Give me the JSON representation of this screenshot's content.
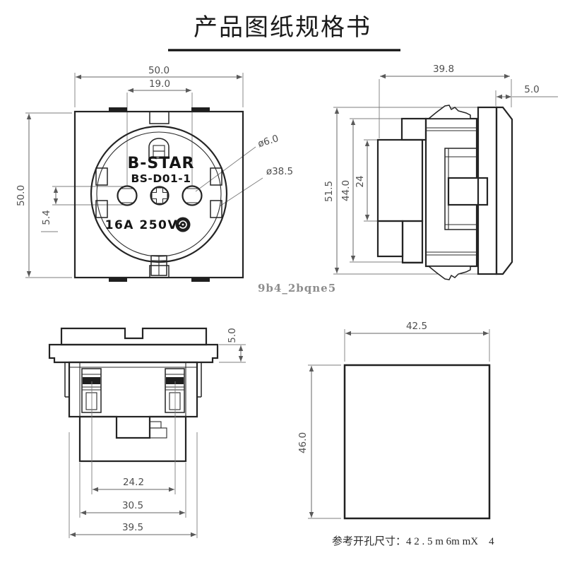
{
  "page": {
    "title": "产品图纸规格书",
    "watermark": "9b4_2bqne5",
    "note": "参考开孔尺寸：4 2 . 5 m 6m mX　4"
  },
  "front_view": {
    "brand": "B-STAR",
    "model": "BS-D01-1",
    "rating": "16A 250V-",
    "dim_width_top": "50.0",
    "dim_pin_span": "19.0",
    "dim_height": "50.0",
    "dim_pin_offset": "5.4",
    "dim_pin_hole_dia": "ø6.0",
    "dim_recess_dia": "ø38.5"
  },
  "side_view": {
    "dim_depth": "39.8",
    "dim_front_protrusion": "5.0",
    "dim_overall_height": "51.5",
    "dim_body_height": "44.0",
    "dim_inner_height": "24"
  },
  "back_view": {
    "dim_flange_thickness": "5.0",
    "dim_clip_span": "24.2",
    "dim_body_width": "30.5",
    "dim_overall_width": "39.5"
  },
  "cutout_view": {
    "dim_width": "42.5",
    "dim_height": "46.0"
  }
}
